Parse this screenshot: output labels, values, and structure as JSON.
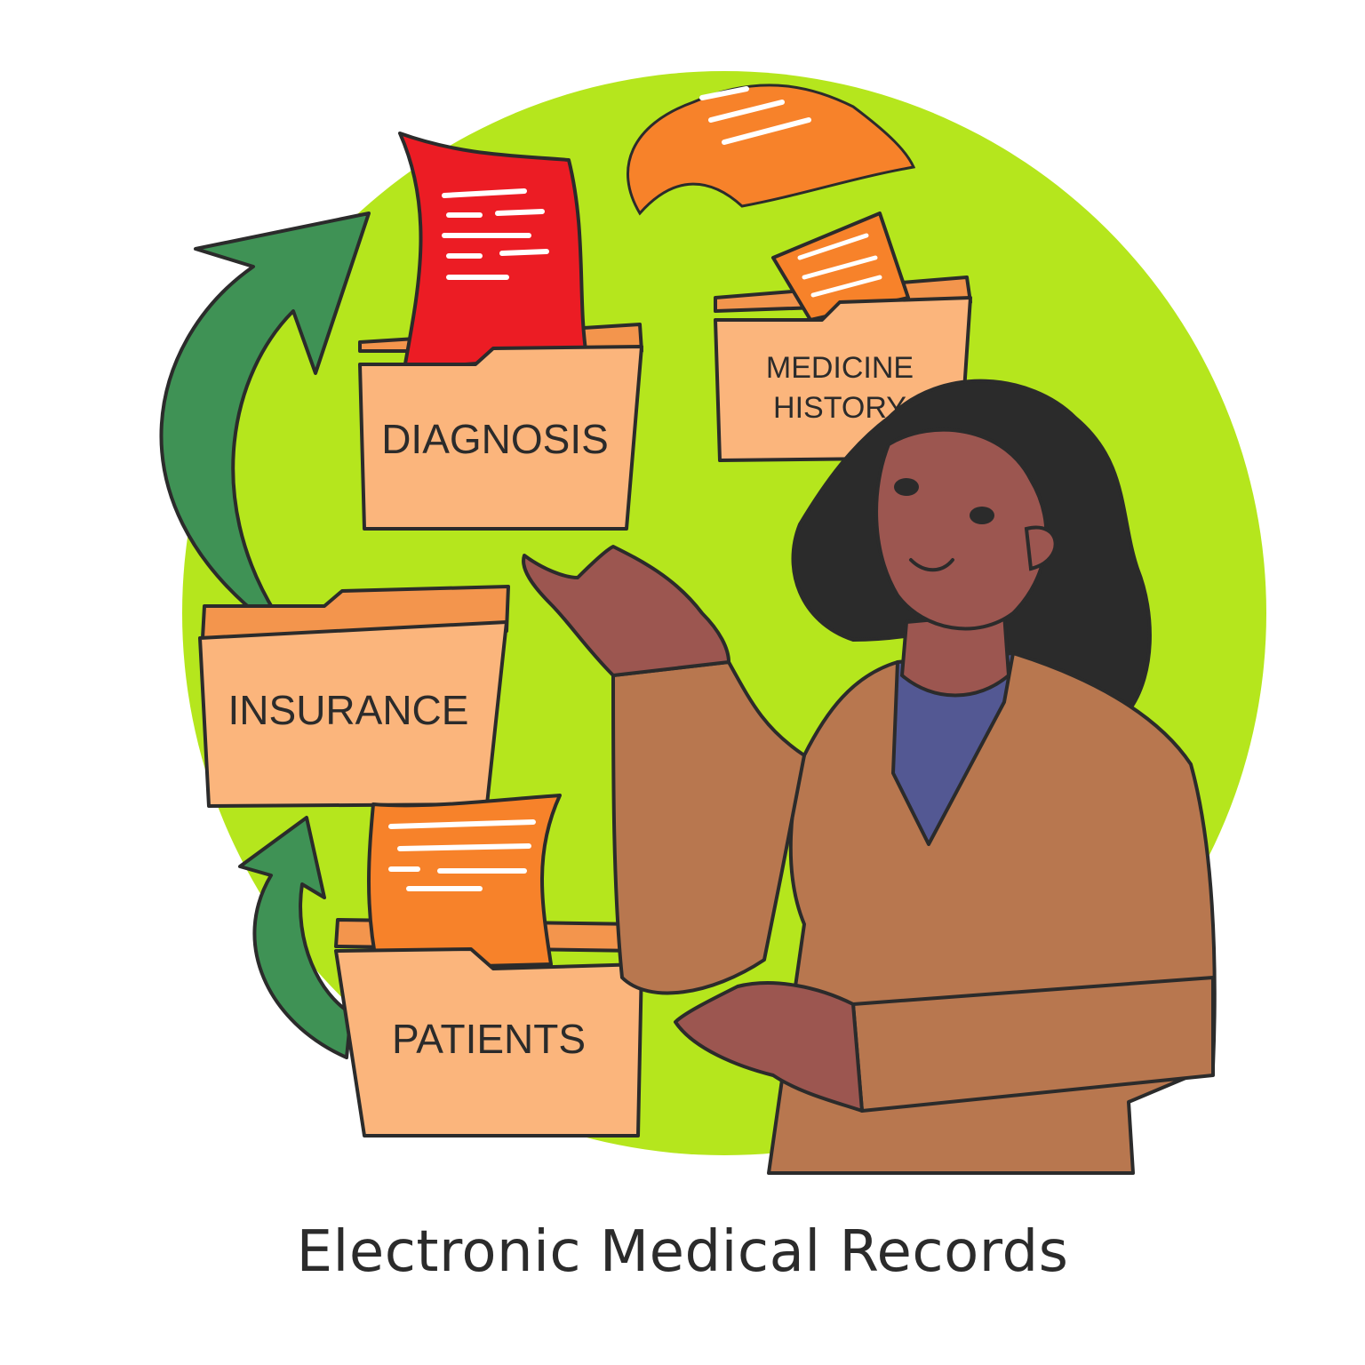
{
  "illustration": {
    "folders": [
      {
        "id": "diagnosis",
        "label": "DIAGNOSIS"
      },
      {
        "id": "medicine-history",
        "label_line1": "MEDICINE",
        "label_line2": "HISTORY"
      },
      {
        "id": "insurance",
        "label": "INSURANCE"
      },
      {
        "id": "patients",
        "label": "PATIENTS"
      }
    ],
    "caption": "Electronic Medical Records"
  },
  "colors": {
    "background_circle": "#b5e61d",
    "folder_front": "#fbb57c",
    "folder_back": "#f3954d",
    "document_red": "#ec1c24",
    "document_orange": "#f7822a",
    "arrow_green": "#3f9255",
    "jacket": "#b8774f",
    "shirt": "#535893",
    "skin": "#9c5650",
    "hair": "#2b2b2b",
    "outline": "#2b2b2b"
  }
}
